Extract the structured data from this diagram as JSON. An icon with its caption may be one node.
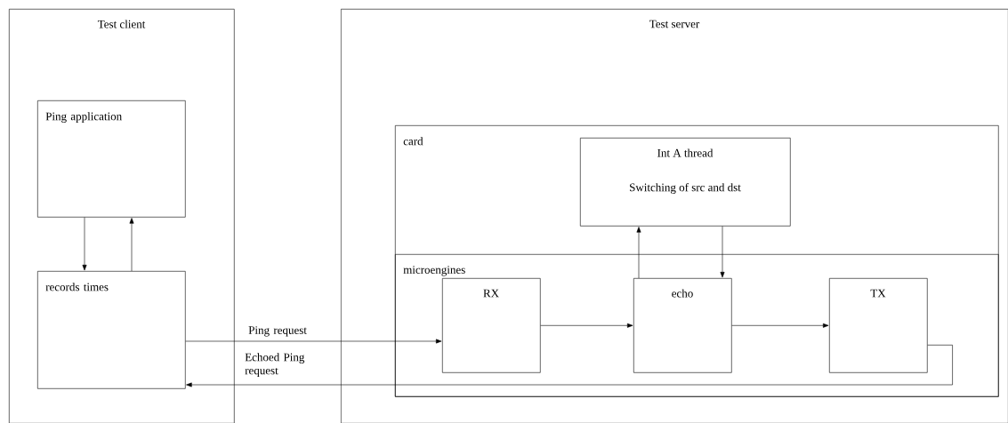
{
  "diagram": {
    "nodes": [
      {
        "text": [
          "Test client"
        ]
      },
      {
        "text": [
          "Ping application"
        ],
        "in": 0
      },
      {
        "text": [
          "records times"
        ],
        "in": 0
      },
      {
        "text": [
          "Test server"
        ]
      },
      {
        "text": [
          "card"
        ],
        "in": 3
      },
      {
        "text": [
          "Int A thread",
          "Switching of src and dst"
        ],
        "in": 4
      },
      {
        "text": [
          "microengines"
        ],
        "in": 4
      },
      {
        "text": [
          "RX"
        ],
        "in": 6
      },
      {
        "text": [
          "echo"
        ],
        "in": 6
      },
      {
        "text": [
          "TX"
        ],
        "in": 6
      }
    ],
    "edges": [
      {
        "from": 1,
        "to": 2,
        "arrow": "to"
      },
      {
        "from": 2,
        "to": 1,
        "arrow": "to"
      },
      {
        "from": 2,
        "to": 7,
        "arrow": "to",
        "label": "Ping request"
      },
      {
        "from": 7,
        "to": 8,
        "arrow": "to"
      },
      {
        "from": 8,
        "to": 5,
        "arrow": "to"
      },
      {
        "from": 5,
        "to": 8,
        "arrow": "to"
      },
      {
        "from": 8,
        "to": 9,
        "arrow": "to"
      },
      {
        "from": 9,
        "to": 2,
        "arrow": "to",
        "label": "Echoed Ping request"
      }
    ]
  }
}
